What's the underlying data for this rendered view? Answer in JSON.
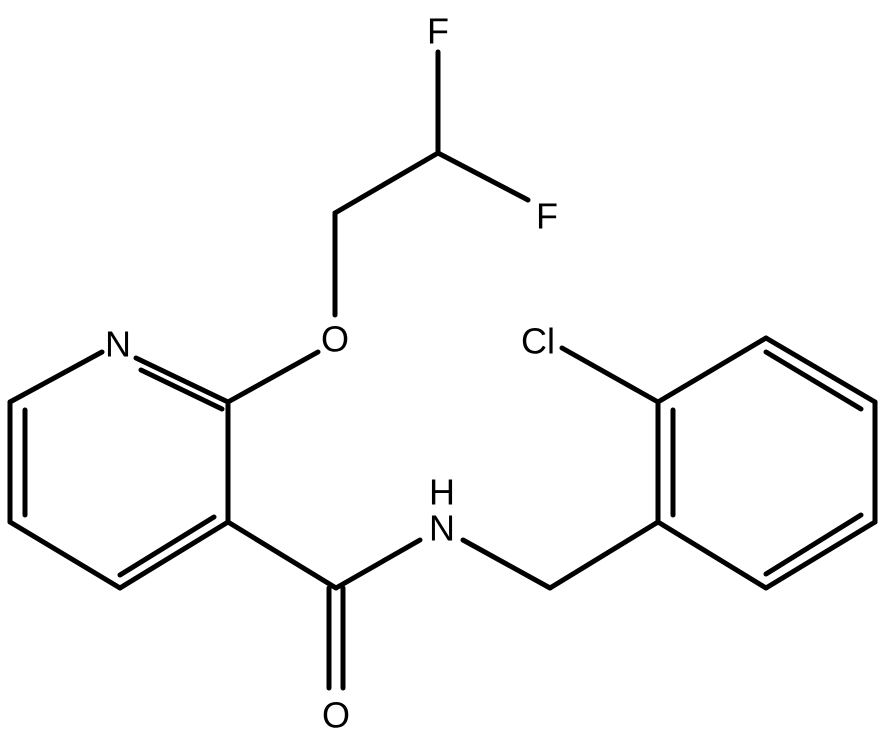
{
  "structure": {
    "atoms": {
      "F_top": "F",
      "F_right": "F",
      "O_ether": "O",
      "N_pyridine": "N",
      "Cl": "Cl",
      "H_amide": "H",
      "N_amide": "N",
      "O_carbonyl": "O"
    },
    "colors": {
      "bond": "#000000",
      "label": "#000000",
      "background": "#ffffff"
    }
  }
}
